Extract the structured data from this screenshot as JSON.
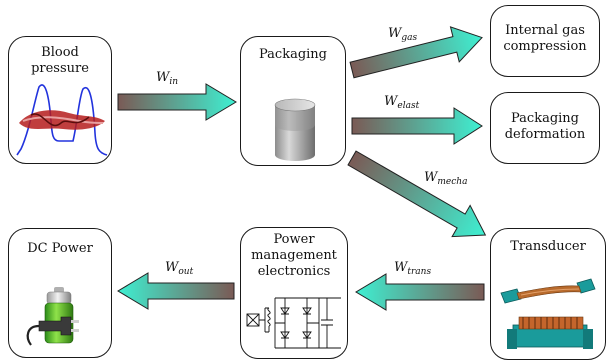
{
  "boxes": {
    "blood_pressure": {
      "line1": "Blood",
      "line2": "pressure"
    },
    "packaging": {
      "label": "Packaging"
    },
    "internal_gas": {
      "line1": "Internal gas",
      "line2": "compression"
    },
    "packaging_deformation": {
      "line1": "Packaging",
      "line2": "deformation"
    },
    "transducer": {
      "label": "Transducer"
    },
    "power_management": {
      "line1": "Power",
      "line2": "management",
      "line3": "electronics"
    },
    "dc_power": {
      "label": "DC Power"
    }
  },
  "arrows": {
    "w_in": {
      "base": "W",
      "sub": "in"
    },
    "w_gas": {
      "base": "W",
      "sub": "gas"
    },
    "w_elast": {
      "base": "W",
      "sub": "elast"
    },
    "w_mecha": {
      "base": "W",
      "sub": "mecha"
    },
    "w_trans": {
      "base": "W",
      "sub": "trans"
    },
    "w_out": {
      "base": "W",
      "sub": "out"
    }
  },
  "colors": {
    "arrow_start": "#7a5a55",
    "arrow_end": "#3ef0d2",
    "arrow_stroke": "#222222"
  }
}
